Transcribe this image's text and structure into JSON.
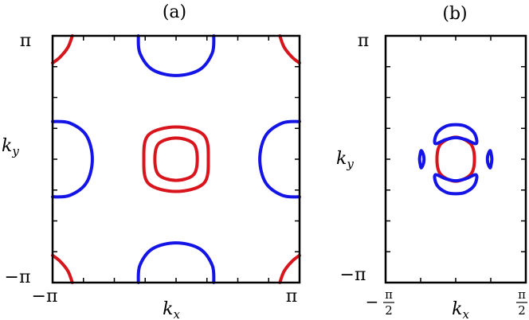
{
  "panels": [
    {
      "label": "(a)",
      "x_label": "k",
      "x_label_sub": "x",
      "y_label": "k",
      "y_label_sub": "y",
      "x_ticks": [
        "−π",
        "π"
      ],
      "y_ticks": [
        "−π",
        "π"
      ]
    },
    {
      "label": "(b)",
      "x_label": "k",
      "x_label_sub": "x",
      "y_label": "k",
      "y_label_sub": "y",
      "x_ticks": [
        {
          "sign": "−",
          "num": "π",
          "den": "2"
        },
        {
          "sign": "",
          "num": "π",
          "den": "2"
        }
      ],
      "y_ticks": [
        "−π",
        "π"
      ]
    }
  ],
  "colors": {
    "red": "#d8141c",
    "blue": "#1414e6",
    "axis": "#000000"
  },
  "chart_data": [
    {
      "type": "contour",
      "xlim": [
        -3.1416,
        3.1416
      ],
      "ylim": [
        -3.1416,
        3.1416
      ],
      "series": [
        {
          "color": "red",
          "closed": true,
          "points": [
            [
              0.54,
              0
            ],
            [
              0.44,
              0.4
            ],
            [
              0,
              0.54
            ],
            [
              -0.44,
              0.4
            ],
            [
              -0.54,
              0
            ],
            [
              -0.44,
              -0.4
            ],
            [
              0,
              -0.54
            ],
            [
              0.44,
              -0.4
            ]
          ]
        },
        {
          "color": "red",
          "closed": true,
          "points": [
            [
              0.82,
              0
            ],
            [
              0.7,
              0.62
            ],
            [
              0,
              0.82
            ],
            [
              -0.7,
              0.62
            ],
            [
              -0.82,
              0
            ],
            [
              -0.7,
              -0.62
            ],
            [
              0,
              -0.82
            ],
            [
              0.7,
              -0.62
            ]
          ]
        },
        {
          "color": "red",
          "points": [
            [
              -3.14,
              2.45
            ],
            [
              -2.95,
              2.6
            ],
            [
              -2.75,
              2.85
            ],
            [
              -2.64,
              3.14
            ]
          ]
        },
        {
          "color": "red",
          "points": [
            [
              3.14,
              2.45
            ],
            [
              2.95,
              2.6
            ],
            [
              2.75,
              2.85
            ],
            [
              2.64,
              3.14
            ]
          ]
        },
        {
          "color": "red",
          "points": [
            [
              -3.14,
              -2.45
            ],
            [
              -2.95,
              -2.6
            ],
            [
              -2.75,
              -2.85
            ],
            [
              -2.64,
              -3.14
            ]
          ]
        },
        {
          "color": "red",
          "points": [
            [
              3.14,
              -2.45
            ],
            [
              2.95,
              -2.6
            ],
            [
              2.75,
              -2.85
            ],
            [
              2.64,
              -3.14
            ]
          ]
        },
        {
          "color": "blue",
          "points": [
            [
              -0.96,
              3.14
            ],
            [
              -0.92,
              2.7
            ],
            [
              -0.6,
              2.28
            ],
            [
              0,
              2.13
            ],
            [
              0.6,
              2.28
            ],
            [
              0.92,
              2.7
            ],
            [
              0.96,
              3.14
            ]
          ]
        },
        {
          "color": "blue",
          "points": [
            [
              -0.96,
              -3.14
            ],
            [
              -0.92,
              -2.7
            ],
            [
              -0.6,
              -2.28
            ],
            [
              0,
              -2.13
            ],
            [
              0.6,
              -2.28
            ],
            [
              0.92,
              -2.7
            ],
            [
              0.96,
              -3.14
            ]
          ]
        },
        {
          "color": "blue",
          "points": [
            [
              -3.14,
              0.96
            ],
            [
              -2.7,
              0.92
            ],
            [
              -2.28,
              0.6
            ],
            [
              -2.13,
              0
            ],
            [
              -2.28,
              -0.6
            ],
            [
              -2.7,
              -0.92
            ],
            [
              -3.14,
              -0.96
            ]
          ]
        },
        {
          "color": "blue",
          "points": [
            [
              3.14,
              0.96
            ],
            [
              2.7,
              0.92
            ],
            [
              2.28,
              0.6
            ],
            [
              2.13,
              0
            ],
            [
              2.28,
              -0.6
            ],
            [
              2.7,
              -0.92
            ],
            [
              3.14,
              -0.96
            ]
          ]
        }
      ]
    },
    {
      "type": "contour",
      "xlim": [
        -1.5708,
        1.5708
      ],
      "ylim": [
        -3.1416,
        3.1416
      ],
      "series": [
        {
          "color": "red",
          "closed": true,
          "points": [
            [
              0.42,
              0
            ],
            [
              0.34,
              0.38
            ],
            [
              0,
              0.56
            ],
            [
              -0.34,
              0.38
            ],
            [
              -0.42,
              0
            ],
            [
              -0.34,
              -0.38
            ],
            [
              0,
              -0.56
            ],
            [
              0.34,
              -0.38
            ]
          ]
        },
        {
          "color": "blue",
          "closed": true,
          "points": [
            [
              -0.46,
              0.4
            ],
            [
              -0.42,
              0.66
            ],
            [
              -0.22,
              0.84
            ],
            [
              0,
              0.88
            ],
            [
              0.22,
              0.84
            ],
            [
              0.42,
              0.66
            ],
            [
              0.46,
              0.4
            ],
            [
              0.22,
              0.5
            ],
            [
              0,
              0.55
            ],
            [
              -0.22,
              0.5
            ]
          ]
        },
        {
          "color": "blue",
          "closed": true,
          "points": [
            [
              -0.46,
              -0.4
            ],
            [
              -0.42,
              -0.66
            ],
            [
              -0.22,
              -0.84
            ],
            [
              0,
              -0.88
            ],
            [
              0.22,
              -0.84
            ],
            [
              0.42,
              -0.66
            ],
            [
              0.46,
              -0.4
            ],
            [
              0.22,
              -0.5
            ],
            [
              0,
              -0.55
            ],
            [
              -0.22,
              -0.5
            ]
          ]
        },
        {
          "color": "blue",
          "closed": true,
          "points": [
            [
              -0.77,
              0.22
            ],
            [
              -0.72,
              0.1
            ],
            [
              -0.71,
              0
            ],
            [
              -0.72,
              -0.1
            ],
            [
              -0.77,
              -0.22
            ],
            [
              -0.8,
              -0.1
            ],
            [
              -0.81,
              0
            ],
            [
              -0.8,
              0.1
            ]
          ]
        },
        {
          "color": "blue",
          "closed": true,
          "points": [
            [
              0.77,
              0.22
            ],
            [
              0.72,
              0.1
            ],
            [
              0.71,
              0
            ],
            [
              0.72,
              -0.1
            ],
            [
              0.77,
              -0.22
            ],
            [
              0.8,
              -0.1
            ],
            [
              0.81,
              0
            ],
            [
              0.8,
              0.1
            ]
          ]
        }
      ]
    }
  ]
}
